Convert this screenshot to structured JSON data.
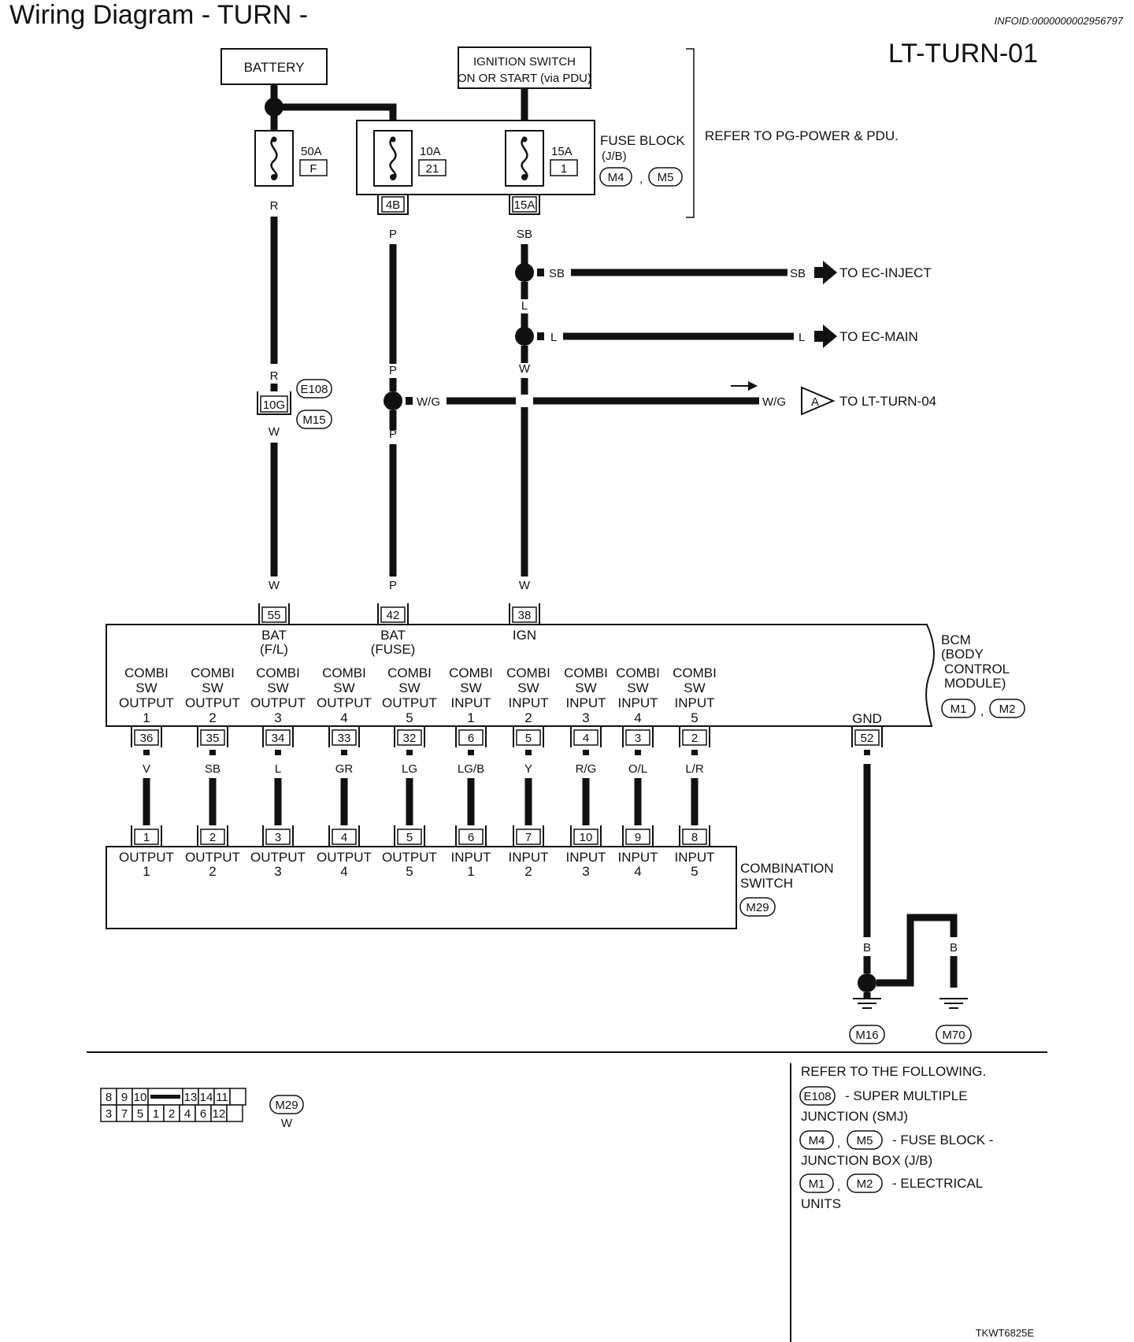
{
  "header": {
    "title": "Wiring Diagram - TURN -",
    "info_id": "INFOID:0000000002956797",
    "page_code": "LT-TURN-01"
  },
  "power": {
    "battery": "BATTERY",
    "ignition_line1": "IGNITION SWITCH",
    "ignition_line2": "ON OR START (via PDU)",
    "fuse_50a": {
      "amps": "50A",
      "id": "F"
    },
    "fuse_10a": {
      "amps": "10A",
      "id": "21"
    },
    "fuse_15a": {
      "amps": "15A",
      "id": "1"
    },
    "fuse_block_line1": "FUSE BLOCK",
    "fuse_block_line2": "(J/B)",
    "fuse_block_conn1": "M4",
    "fuse_block_conn2": "M5",
    "refer_pg": "REFER TO PG-POWER & PDU.",
    "fuse_out_4b": "4B",
    "fuse_out_15a": "15A"
  },
  "wires": {
    "r": "R",
    "p": "P",
    "sb": "SB",
    "l": "L",
    "w": "W",
    "wg": "W/G",
    "to_ec_inject": "TO EC-INJECT",
    "to_ec_main": "TO EC-MAIN",
    "to_lt_turn_04": "TO LT-TURN-04",
    "off_page_marker": "A",
    "joint_term": "10G",
    "joint_conn1": "E108",
    "joint_conn2": "M15"
  },
  "bcm": {
    "name_line1": "BCM",
    "name_line2": "(BODY",
    "name_line3": "CONTROL",
    "name_line4": "MODULE)",
    "conn1": "M1",
    "conn2": "M2",
    "gnd_label": "GND",
    "top_terminals": [
      {
        "num": "55",
        "label1": "BAT",
        "label2": "(F/L)"
      },
      {
        "num": "42",
        "label1": "BAT",
        "label2": "(FUSE)"
      },
      {
        "num": "38",
        "label1": "IGN",
        "label2": ""
      }
    ],
    "bottom_terminals": [
      {
        "num": "36",
        "l1": "COMBI",
        "l2": "SW",
        "l3": "OUTPUT",
        "l4": "1",
        "wire": "V"
      },
      {
        "num": "35",
        "l1": "COMBI",
        "l2": "SW",
        "l3": "OUTPUT",
        "l4": "2",
        "wire": "SB"
      },
      {
        "num": "34",
        "l1": "COMBI",
        "l2": "SW",
        "l3": "OUTPUT",
        "l4": "3",
        "wire": "L"
      },
      {
        "num": "33",
        "l1": "COMBI",
        "l2": "SW",
        "l3": "OUTPUT",
        "l4": "4",
        "wire": "GR"
      },
      {
        "num": "32",
        "l1": "COMBI",
        "l2": "SW",
        "l3": "OUTPUT",
        "l4": "5",
        "wire": "LG"
      },
      {
        "num": "6",
        "l1": "COMBI",
        "l2": "SW",
        "l3": "INPUT",
        "l4": "1",
        "wire": "LG/B"
      },
      {
        "num": "5",
        "l1": "COMBI",
        "l2": "SW",
        "l3": "INPUT",
        "l4": "2",
        "wire": "Y"
      },
      {
        "num": "4",
        "l1": "COMBI",
        "l2": "SW",
        "l3": "INPUT",
        "l4": "3",
        "wire": "R/G"
      },
      {
        "num": "3",
        "l1": "COMBI",
        "l2": "SW",
        "l3": "INPUT",
        "l4": "4",
        "wire": "O/L"
      },
      {
        "num": "2",
        "l1": "COMBI",
        "l2": "SW",
        "l3": "INPUT",
        "l4": "5",
        "wire": "L/R"
      }
    ],
    "gnd_terminal": "52",
    "gnd_wire": "B"
  },
  "combination_switch": {
    "name_line1": "COMBINATION",
    "name_line2": "SWITCH",
    "conn": "M29",
    "terminals": [
      {
        "num": "1",
        "l1": "OUTPUT",
        "l2": "1"
      },
      {
        "num": "2",
        "l1": "OUTPUT",
        "l2": "2"
      },
      {
        "num": "3",
        "l1": "OUTPUT",
        "l2": "3"
      },
      {
        "num": "4",
        "l1": "OUTPUT",
        "l2": "4"
      },
      {
        "num": "5",
        "l1": "OUTPUT",
        "l2": "5"
      },
      {
        "num": "6",
        "l1": "INPUT",
        "l2": "1"
      },
      {
        "num": "7",
        "l1": "INPUT",
        "l2": "2"
      },
      {
        "num": "10",
        "l1": "INPUT",
        "l2": "3"
      },
      {
        "num": "9",
        "l1": "INPUT",
        "l2": "4"
      },
      {
        "num": "8",
        "l1": "INPUT",
        "l2": "5"
      }
    ]
  },
  "ground": {
    "wire": "B",
    "g1": "M16",
    "g2": "M70"
  },
  "connector_face": {
    "top_row": [
      "8",
      "9",
      "10",
      "",
      "13",
      "14",
      "11",
      ""
    ],
    "bottom_row": [
      "3",
      "7",
      "5",
      "1",
      "2",
      "4",
      "6",
      "12",
      ""
    ],
    "conn": "M29",
    "color": "W"
  },
  "refer": {
    "title": "REFER TO THE FOLLOWING.",
    "e108": "E108",
    "e108_text1": "- SUPER MULTIPLE",
    "e108_text2": "JUNCTION (SMJ)",
    "m4": "M4",
    "m5": "M5",
    "fb_text1": "- FUSE BLOCK -",
    "fb_text2": "JUNCTION BOX (J/B)",
    "m1": "M1",
    "m2": "M2",
    "eu_text1": "- ELECTRICAL",
    "eu_text2": "UNITS"
  },
  "footer": {
    "code": "TKWT6825E"
  }
}
